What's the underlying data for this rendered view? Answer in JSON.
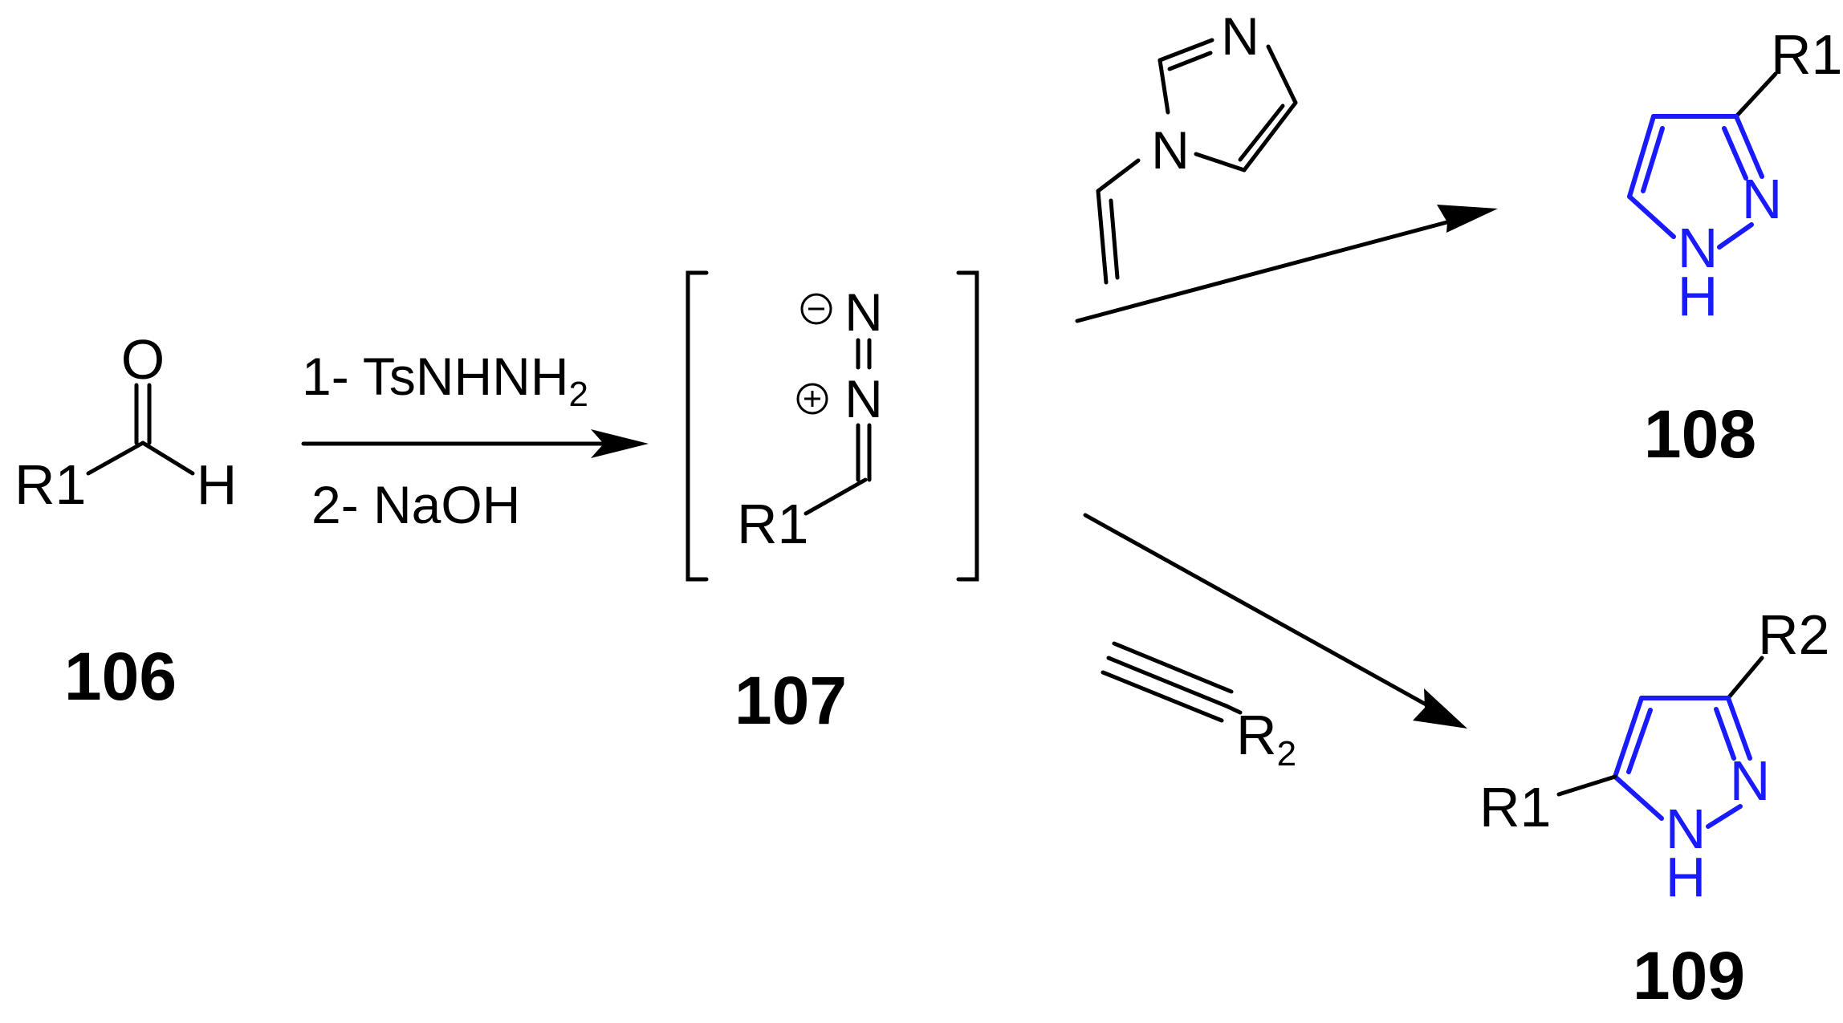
{
  "colors": {
    "ink": "#000000",
    "heterocycle": "#1a1aff"
  },
  "compounds": {
    "c106": {
      "label": "106",
      "atoms": {
        "oxygen": "O",
        "hydrogen": "H",
        "r1": "R1"
      }
    },
    "c107": {
      "label": "107",
      "atoms": {
        "n_terminal": "N",
        "n_internal": "N",
        "r1": "R1",
        "charge_minus": "−",
        "charge_plus": "+"
      }
    },
    "c108": {
      "label": "108",
      "atoms": {
        "r1": "R1",
        "n2": "N",
        "n1": "N",
        "h": "H"
      }
    },
    "c109": {
      "label": "109",
      "atoms": {
        "r1": "R1",
        "r2": "R2",
        "n2": "N",
        "n1": "N",
        "h": "H"
      }
    }
  },
  "reagents": {
    "step1": {
      "prefix": "1- TsNHNH",
      "subscript": "2"
    },
    "step2": "2- NaOH",
    "vinylimidazole": {
      "n3": "N",
      "n1": "N"
    },
    "alkyne": {
      "r": "R",
      "subscript": "2"
    }
  }
}
